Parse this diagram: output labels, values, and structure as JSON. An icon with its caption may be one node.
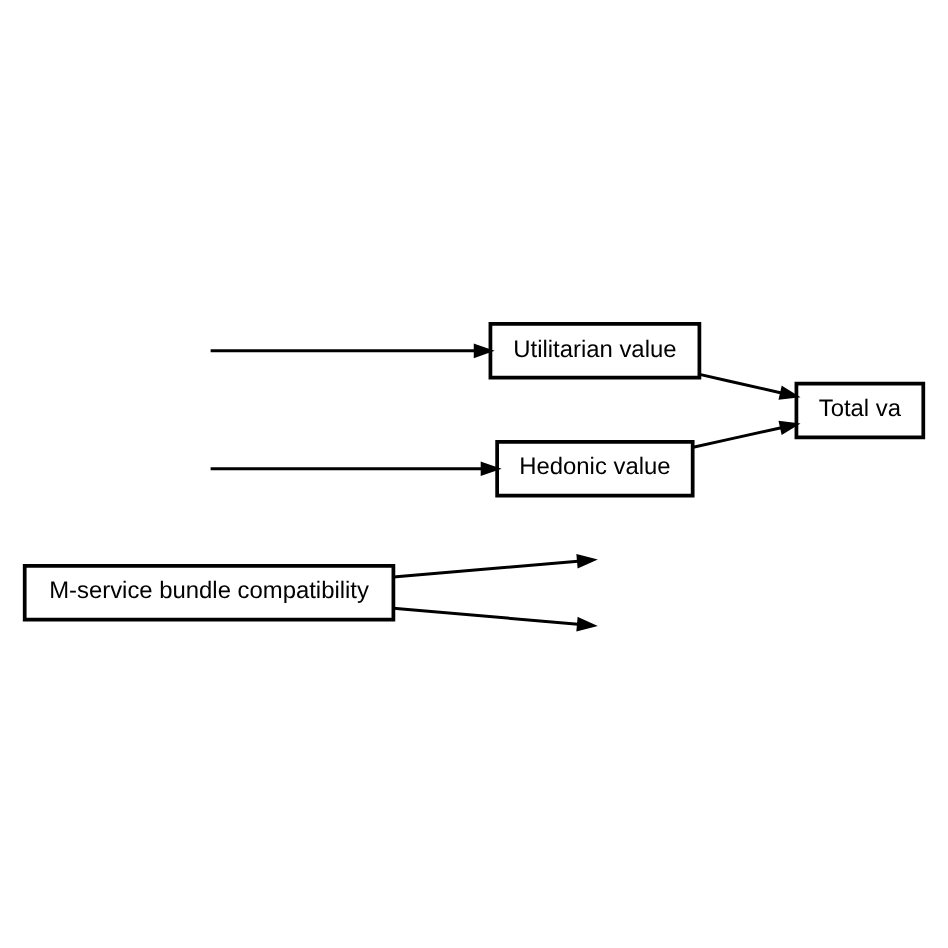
{
  "diagram": {
    "nodes": [
      {
        "text": [
          "M-service bundle compatibility"
        ]
      },
      {
        "text": [
          "Hedonic value"
        ]
      },
      {
        "text": [
          "Utilitarian value"
        ]
      },
      {
        "text": [
          "Total va"
        ]
      }
    ],
    "edges": [
      {
        "from": null,
        "to": 1,
        "arrow": "to"
      },
      {
        "from": null,
        "to": 2,
        "arrow": "to"
      },
      {
        "from": 1,
        "to": 3,
        "arrow": "to"
      },
      {
        "from": 2,
        "to": 3,
        "arrow": "to"
      },
      {
        "from": 0,
        "to": null,
        "arrow": "to"
      },
      {
        "from": 0,
        "to": null,
        "arrow": "to"
      }
    ]
  }
}
